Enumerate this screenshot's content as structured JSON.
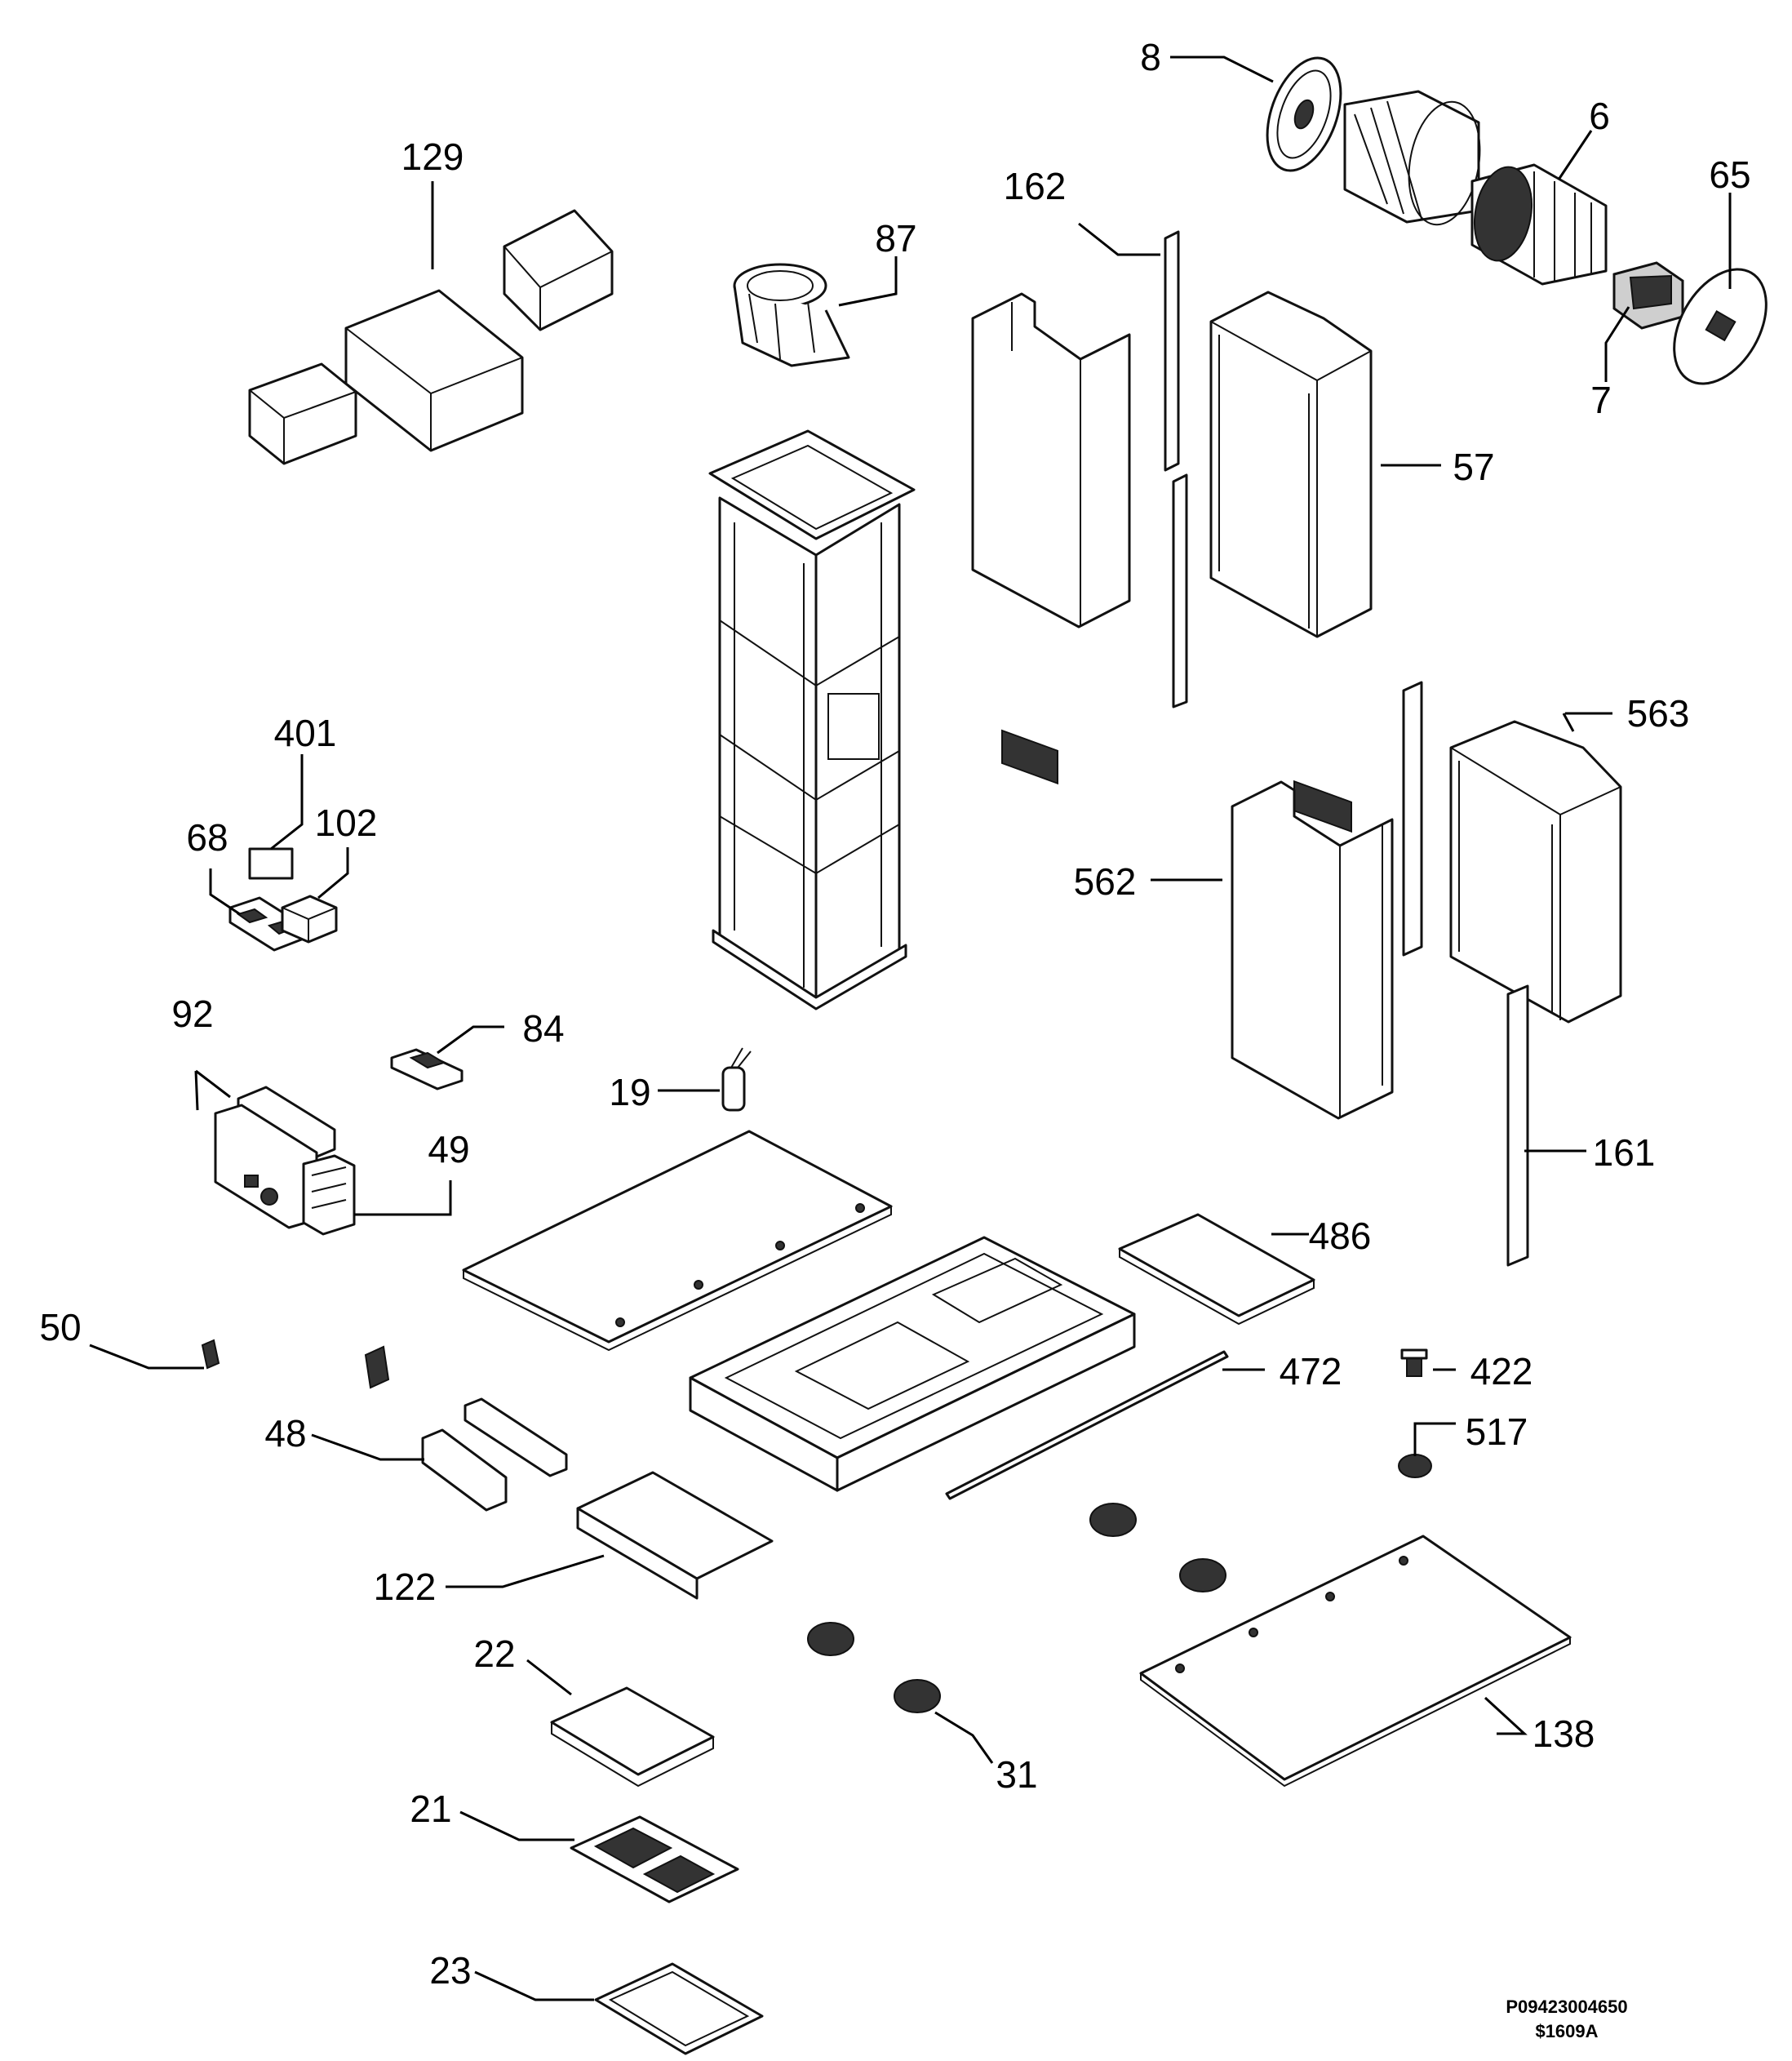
{
  "callouts": [
    {
      "id": "8",
      "text": "8"
    },
    {
      "id": "6",
      "text": "6"
    },
    {
      "id": "65",
      "text": "65"
    },
    {
      "id": "7",
      "text": "7"
    },
    {
      "id": "129",
      "text": "129"
    },
    {
      "id": "87",
      "text": "87"
    },
    {
      "id": "162",
      "text": "162"
    },
    {
      "id": "57",
      "text": "57"
    },
    {
      "id": "401",
      "text": "401"
    },
    {
      "id": "68",
      "text": "68"
    },
    {
      "id": "102",
      "text": "102"
    },
    {
      "id": "563",
      "text": "563"
    },
    {
      "id": "562",
      "text": "562"
    },
    {
      "id": "92",
      "text": "92"
    },
    {
      "id": "84",
      "text": "84"
    },
    {
      "id": "19",
      "text": "19"
    },
    {
      "id": "49",
      "text": "49"
    },
    {
      "id": "161",
      "text": "161"
    },
    {
      "id": "486",
      "text": "486"
    },
    {
      "id": "50",
      "text": "50"
    },
    {
      "id": "472",
      "text": "472"
    },
    {
      "id": "422",
      "text": "422"
    },
    {
      "id": "48",
      "text": "48"
    },
    {
      "id": "517",
      "text": "517"
    },
    {
      "id": "122",
      "text": "122"
    },
    {
      "id": "22",
      "text": "22"
    },
    {
      "id": "138",
      "text": "138"
    },
    {
      "id": "31",
      "text": "31"
    },
    {
      "id": "21",
      "text": "21"
    },
    {
      "id": "23",
      "text": "23"
    }
  ],
  "footer": {
    "drawing_number": "P09423004650",
    "revision": "$1609A"
  }
}
